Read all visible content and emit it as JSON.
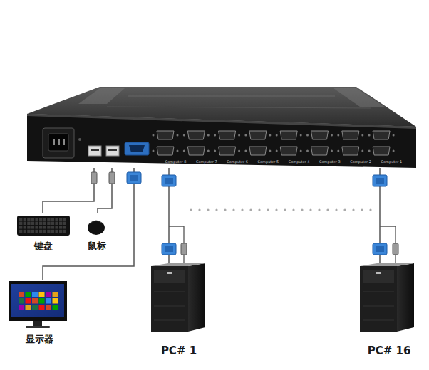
{
  "diagram": {
    "nodes": [
      {
        "text": [
          "Computer 8",
          "Computer 7",
          "Computer 6",
          "Computer 5",
          "Computer 4",
          "Computer 3",
          "Computer 2",
          "Computer 1"
        ]
      },
      {
        "text": [
          "键盘"
        ]
      },
      {
        "text": [
          "鼠标"
        ]
      },
      {
        "text": [
          "显示器"
        ]
      },
      {
        "text": [
          "PC# 1"
        ]
      },
      {
        "text": [
          "PC# 16"
        ]
      }
    ],
    "edges": [
      {
        "from": 0,
        "to": 1,
        "arrow": "none"
      },
      {
        "from": 0,
        "to": 2,
        "arrow": "none"
      },
      {
        "from": 0,
        "to": 3,
        "arrow": "none"
      },
      {
        "from": 0,
        "to": 4,
        "arrow": "none"
      },
      {
        "from": 0,
        "to": 5,
        "arrow": "none"
      }
    ]
  }
}
